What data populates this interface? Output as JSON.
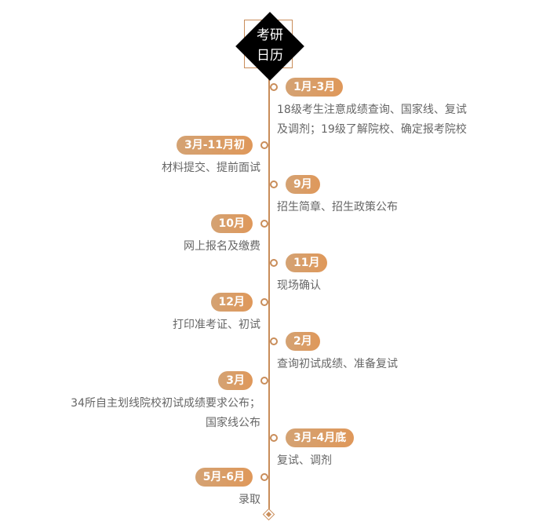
{
  "title": "考研\n日历",
  "events": [
    {
      "period": "1月-3月",
      "desc": "18级考生注意成绩查询、国家线、复试\n及调剂；19级了解院校、确定报考院校"
    },
    {
      "period": "3月-11月初",
      "desc": "材料提交、提前面试"
    },
    {
      "period": "9月",
      "desc": "招生简章、招生政策公布"
    },
    {
      "period": "10月",
      "desc": "网上报名及缴费"
    },
    {
      "period": "11月",
      "desc": "现场确认"
    },
    {
      "period": "12月",
      "desc": "打印准考证、初试"
    },
    {
      "period": "2月",
      "desc": "查询初试成绩、准备复试"
    },
    {
      "period": "3月",
      "desc": "34所自主划线院校初试成绩要求公布；\n国家线公布"
    },
    {
      "period": "3月-4月底",
      "desc": "复试、调剂"
    },
    {
      "period": "5月-6月",
      "desc": "录取"
    }
  ],
  "colors": {
    "accent": "#c98d5a",
    "text": "#666666"
  }
}
